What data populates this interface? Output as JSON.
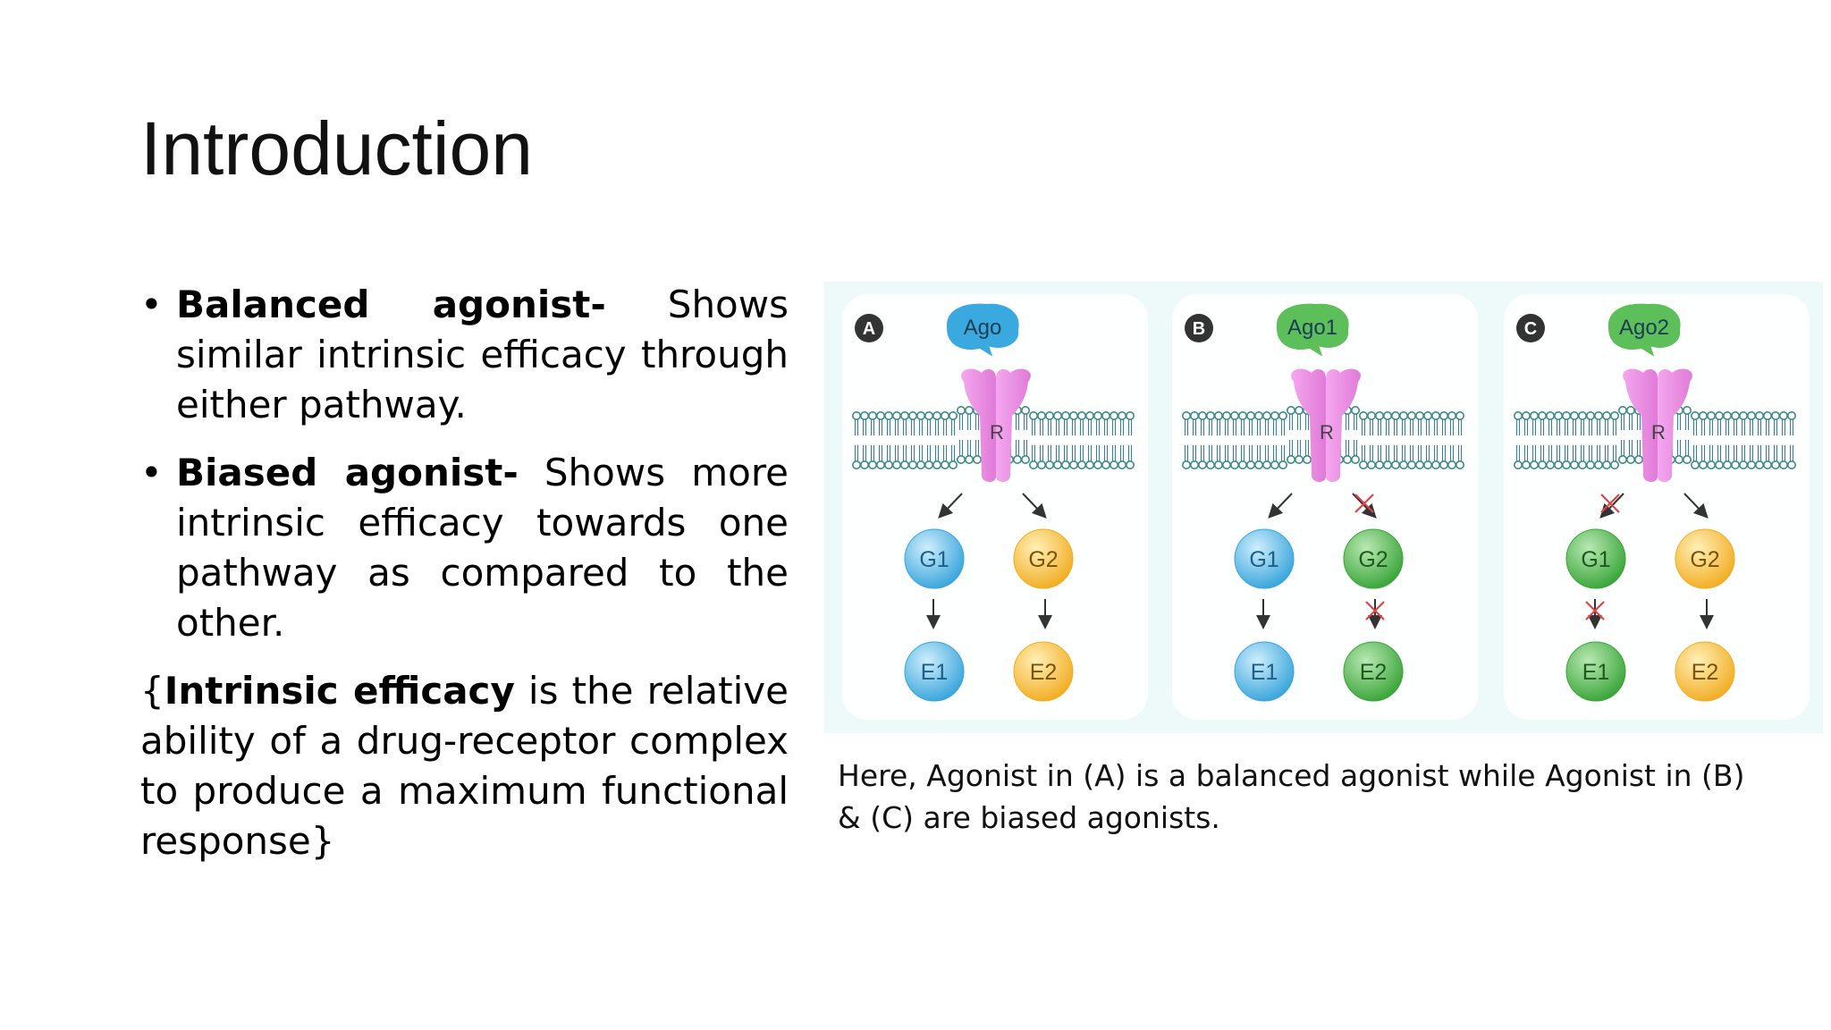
{
  "slide": {
    "title": "Introduction",
    "bullets": [
      {
        "term": "Balanced agonist-",
        "text": " Shows similar intrinsic efficacy through either pathway."
      },
      {
        "term": "Biased agonist-",
        "text": " Shows more intrinsic efficacy towards one pathway as compared to the other."
      }
    ],
    "definition": {
      "open": "{",
      "term": "Intrinsic efficacy",
      "text": " is the relative ability of a drug-receptor complex to produce a maximum functional response}"
    },
    "bullet_symbol": "•"
  },
  "figure": {
    "panels": [
      {
        "letter": "A",
        "ligand": "Ago",
        "ligand_color": "#3aa9e0",
        "receptor_label": "R",
        "g1": "G1",
        "g2": "G2",
        "e1": "E1",
        "e2": "E2",
        "g1_color": "blue",
        "g2_color": "orange",
        "e1_color": "blue",
        "e2_color": "orange",
        "blocked": []
      },
      {
        "letter": "B",
        "ligand": "Ago1",
        "ligand_color": "#5cbf5a",
        "receptor_label": "R",
        "g1": "G1",
        "g2": "G2",
        "e1": "E1",
        "e2": "E2",
        "g1_color": "blue",
        "g2_color": "green",
        "e1_color": "blue",
        "e2_color": "green",
        "blocked": [
          "r-g2",
          "g2-e2"
        ]
      },
      {
        "letter": "C",
        "ligand": "Ago2",
        "ligand_color": "#5cbf5a",
        "receptor_label": "R",
        "g1": "G1",
        "g2": "G2",
        "e1": "E1",
        "e2": "E2",
        "g1_color": "green",
        "g2_color": "orange",
        "e1_color": "green",
        "e2_color": "orange",
        "blocked": [
          "r-g1",
          "g1-e1"
        ]
      }
    ],
    "caption": "Here, Agonist in (A) is a balanced agonist while Agonist in (B) & (C) are biased agonists."
  }
}
